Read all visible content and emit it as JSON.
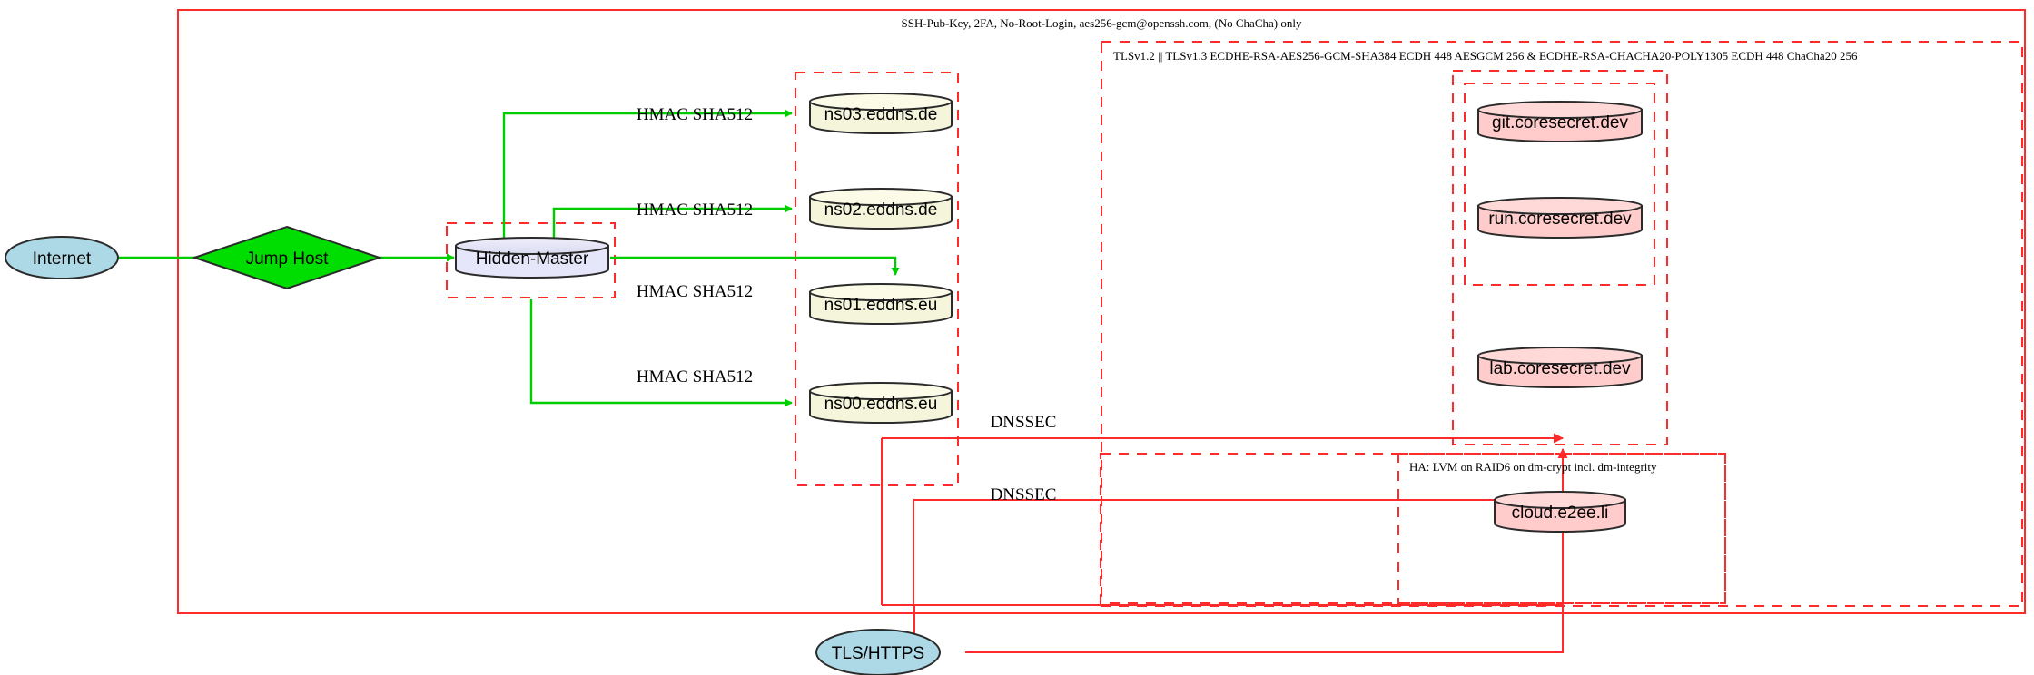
{
  "diagram": {
    "title_note": "SSH-Pub-Key, 2FA, No-Root-Login, aes256-gcm@openssh.com, (No ChaCha) only",
    "tls_note": "TLSv1.2 || TLSv1.3 ECDHE-RSA-AES256-GCM-SHA384 ECDH 448 AESGCM 256 & ECDHE-RSA-CHACHA20-POLY1305 ECDH 448 ChaCha20 256",
    "ha_note": "HA: LVM on RAID6 on dm-crypt incl. dm-integrity"
  },
  "nodes": {
    "internet": {
      "label": "Internet",
      "shape": "ellipse",
      "color": "#add8e6"
    },
    "jump_host": {
      "label": "Jump Host",
      "shape": "diamond",
      "color": "#00dd00"
    },
    "hidden_master": {
      "label": "Hidden-Master",
      "shape": "cylinder",
      "color": "#e6e6fa"
    },
    "ns03": {
      "label": "ns03.eddns.de",
      "shape": "cylinder",
      "color": "#f5f5dc"
    },
    "ns02": {
      "label": "ns02.eddns.de",
      "shape": "cylinder",
      "color": "#f5f5dc"
    },
    "ns01": {
      "label": "ns01.eddns.eu",
      "shape": "cylinder",
      "color": "#f5f5dc"
    },
    "ns00": {
      "label": "ns00.eddns.eu",
      "shape": "cylinder",
      "color": "#f5f5dc"
    },
    "git": {
      "label": "git.coresecret.dev",
      "shape": "cylinder",
      "color": "#ffcccb"
    },
    "run": {
      "label": "run.coresecret.dev",
      "shape": "cylinder",
      "color": "#ffcccb"
    },
    "lab": {
      "label": "lab.coresecret.dev",
      "shape": "cylinder",
      "color": "#ffcccb"
    },
    "cloud": {
      "label": "cloud.e2ee.li",
      "shape": "cylinder",
      "color": "#ffcccb"
    },
    "tls_https": {
      "label": "TLS/HTTPS",
      "shape": "ellipse",
      "color": "#add8e6"
    }
  },
  "edges": {
    "hmac_ns03": "HMAC SHA512",
    "hmac_ns02": "HMAC SHA512",
    "hmac_ns01": "HMAC SHA512",
    "hmac_ns00": "HMAC SHA512",
    "dnssec_upper": "DNSSEC",
    "dnssec_lower": "DNSSEC"
  },
  "colors": {
    "red": "#ff2a2a",
    "green": "#00cc00",
    "blue_fill": "#add8e6",
    "green_fill": "#00dd00",
    "lavender_fill": "#e6e6fa",
    "beige_fill": "#f5f5dc",
    "pink_fill": "#ffcccb",
    "outline": "#2b2b2b"
  }
}
